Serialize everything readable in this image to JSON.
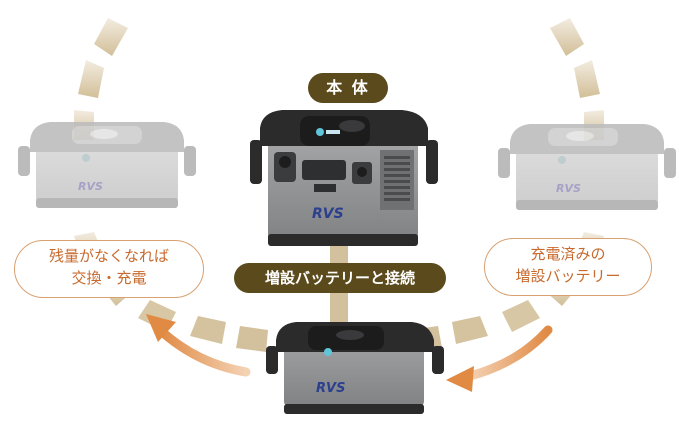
{
  "labels": {
    "main_unit": "本 体",
    "connect": "増設バッテリーと接続",
    "swap_line1": "残量がなくなれば",
    "swap_line2": "交換・充電",
    "charged_line1": "充電済みの",
    "charged_line2": "増設バッテリー"
  },
  "brand": {
    "logo_text": "RVS"
  },
  "colors": {
    "label_pill": "#5a4a1c",
    "bubble_text": "#c76a2e",
    "bubble_border": "#d9a070",
    "arrow": "#e08a44",
    "arc_segment": "#d9c9a8",
    "device_body": "#8f9193",
    "device_dark": "#2b2b2c"
  },
  "icons": [
    "cycle-arrow-left-icon",
    "cycle-arrow-right-icon"
  ]
}
